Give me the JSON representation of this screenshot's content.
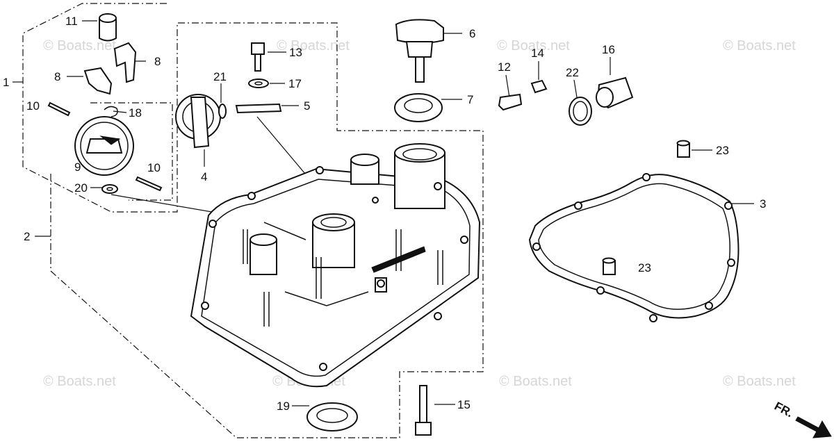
{
  "watermark": "© Boats.net",
  "front_marker": "FR.",
  "parts": [
    {
      "id": "label-1",
      "text": "1"
    },
    {
      "id": "label-2",
      "text": "2"
    },
    {
      "id": "label-3",
      "text": "3"
    },
    {
      "id": "label-4",
      "text": "4"
    },
    {
      "id": "label-5",
      "text": "5"
    },
    {
      "id": "label-6",
      "text": "6"
    },
    {
      "id": "label-7",
      "text": "7"
    },
    {
      "id": "label-8a",
      "text": "8"
    },
    {
      "id": "label-8b",
      "text": "8"
    },
    {
      "id": "label-9",
      "text": "9"
    },
    {
      "id": "label-10a",
      "text": "10"
    },
    {
      "id": "label-10b",
      "text": "10"
    },
    {
      "id": "label-11",
      "text": "11"
    },
    {
      "id": "label-12",
      "text": "12"
    },
    {
      "id": "label-13",
      "text": "13"
    },
    {
      "id": "label-14",
      "text": "14"
    },
    {
      "id": "label-15",
      "text": "15"
    },
    {
      "id": "label-16",
      "text": "16"
    },
    {
      "id": "label-17",
      "text": "17"
    },
    {
      "id": "label-18",
      "text": "18"
    },
    {
      "id": "label-19",
      "text": "19"
    },
    {
      "id": "label-20",
      "text": "20"
    },
    {
      "id": "label-21",
      "text": "21"
    },
    {
      "id": "label-22",
      "text": "22"
    },
    {
      "id": "label-23a",
      "text": "23"
    },
    {
      "id": "label-23b",
      "text": "23"
    }
  ]
}
